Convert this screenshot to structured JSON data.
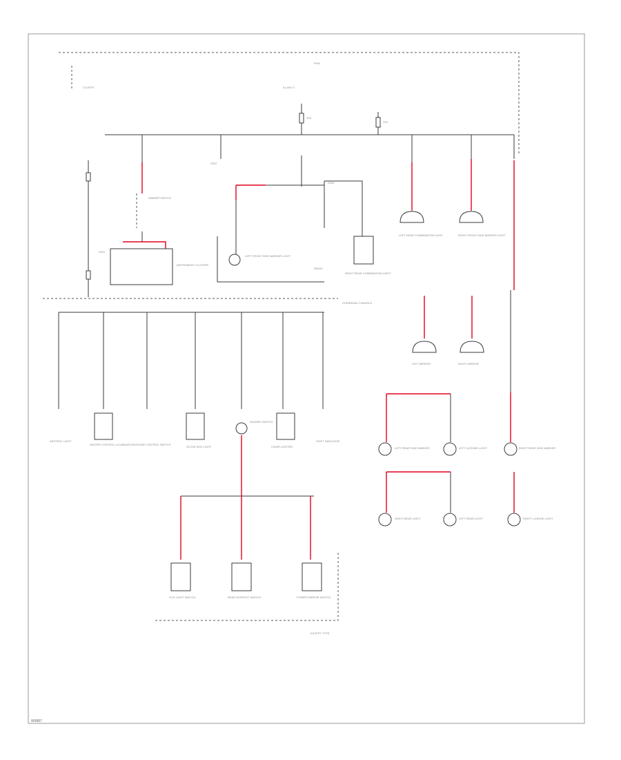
{
  "figure_code": "W9987",
  "diagram": {
    "wire_colors": {
      "normal": "#3a3a3a",
      "highlighted": "#e0001b"
    },
    "labels": {
      "hot_at_all_times_left": "CLUSTR",
      "hot_at_all_times_right": "ILLUM LT",
      "top_right": "RUN",
      "fuse_a": "15A",
      "fuse_b": "20A",
      "splice_1": "S201",
      "splice_2": "S202",
      "splice_3": "S203",
      "dimmer_switch": "DIMMER SWITCH",
      "instrument_cluster": "INSTRUMENT CLUSTER",
      "radio": "RADIO",
      "left_rear_combination_light": "LEFT REAR COMBINATION LIGHT",
      "right_rear_combination_light": "RIGHT REAR COMBINATION LIGHT",
      "left_front_side_marker": "LEFT FRONT SIDE MARKER LIGHT",
      "right_front_side_marker": "RIGHT FRONT SIDE MARKER LIGHT",
      "left_mirror": "LEFT MIRROR",
      "right_mirror": "RIGHT MIRROR",
      "left_rear_side_marker": "LEFT REAR SIDE MARKER",
      "left_license": "LEFT LICENSE LIGHT",
      "right_rear_side_marker": "RIGHT REAR SIDE MARKER",
      "right_rear_light": "RIGHT REAR LIGHT",
      "left_rear_light": "LEFT REAR LIGHT",
      "right_license": "RIGHT LICENSE LIGHT",
      "ashtray": "ASHTRAY LIGHT",
      "heater_control": "HEATER CONTROL ILLUMINATION",
      "cruise_control": "CRUISE CONTROL SWITCH",
      "glove_box": "GLOVE BOX LIGHT",
      "hazard_switch": "HAZARD SWITCH",
      "overhead_console": "OVERHEAD CONSOLE",
      "cigar_lighter": "CIGAR LIGHTER",
      "shift_indicator": "SHIFT INDICATOR",
      "fog_switch": "FOG LIGHT SWITCH",
      "rear_defrost": "REAR DEFROST SWITCH",
      "power_mirror": "POWER MIRROR SWITCH",
      "ground_note": "EXCEPT TYPE"
    }
  }
}
